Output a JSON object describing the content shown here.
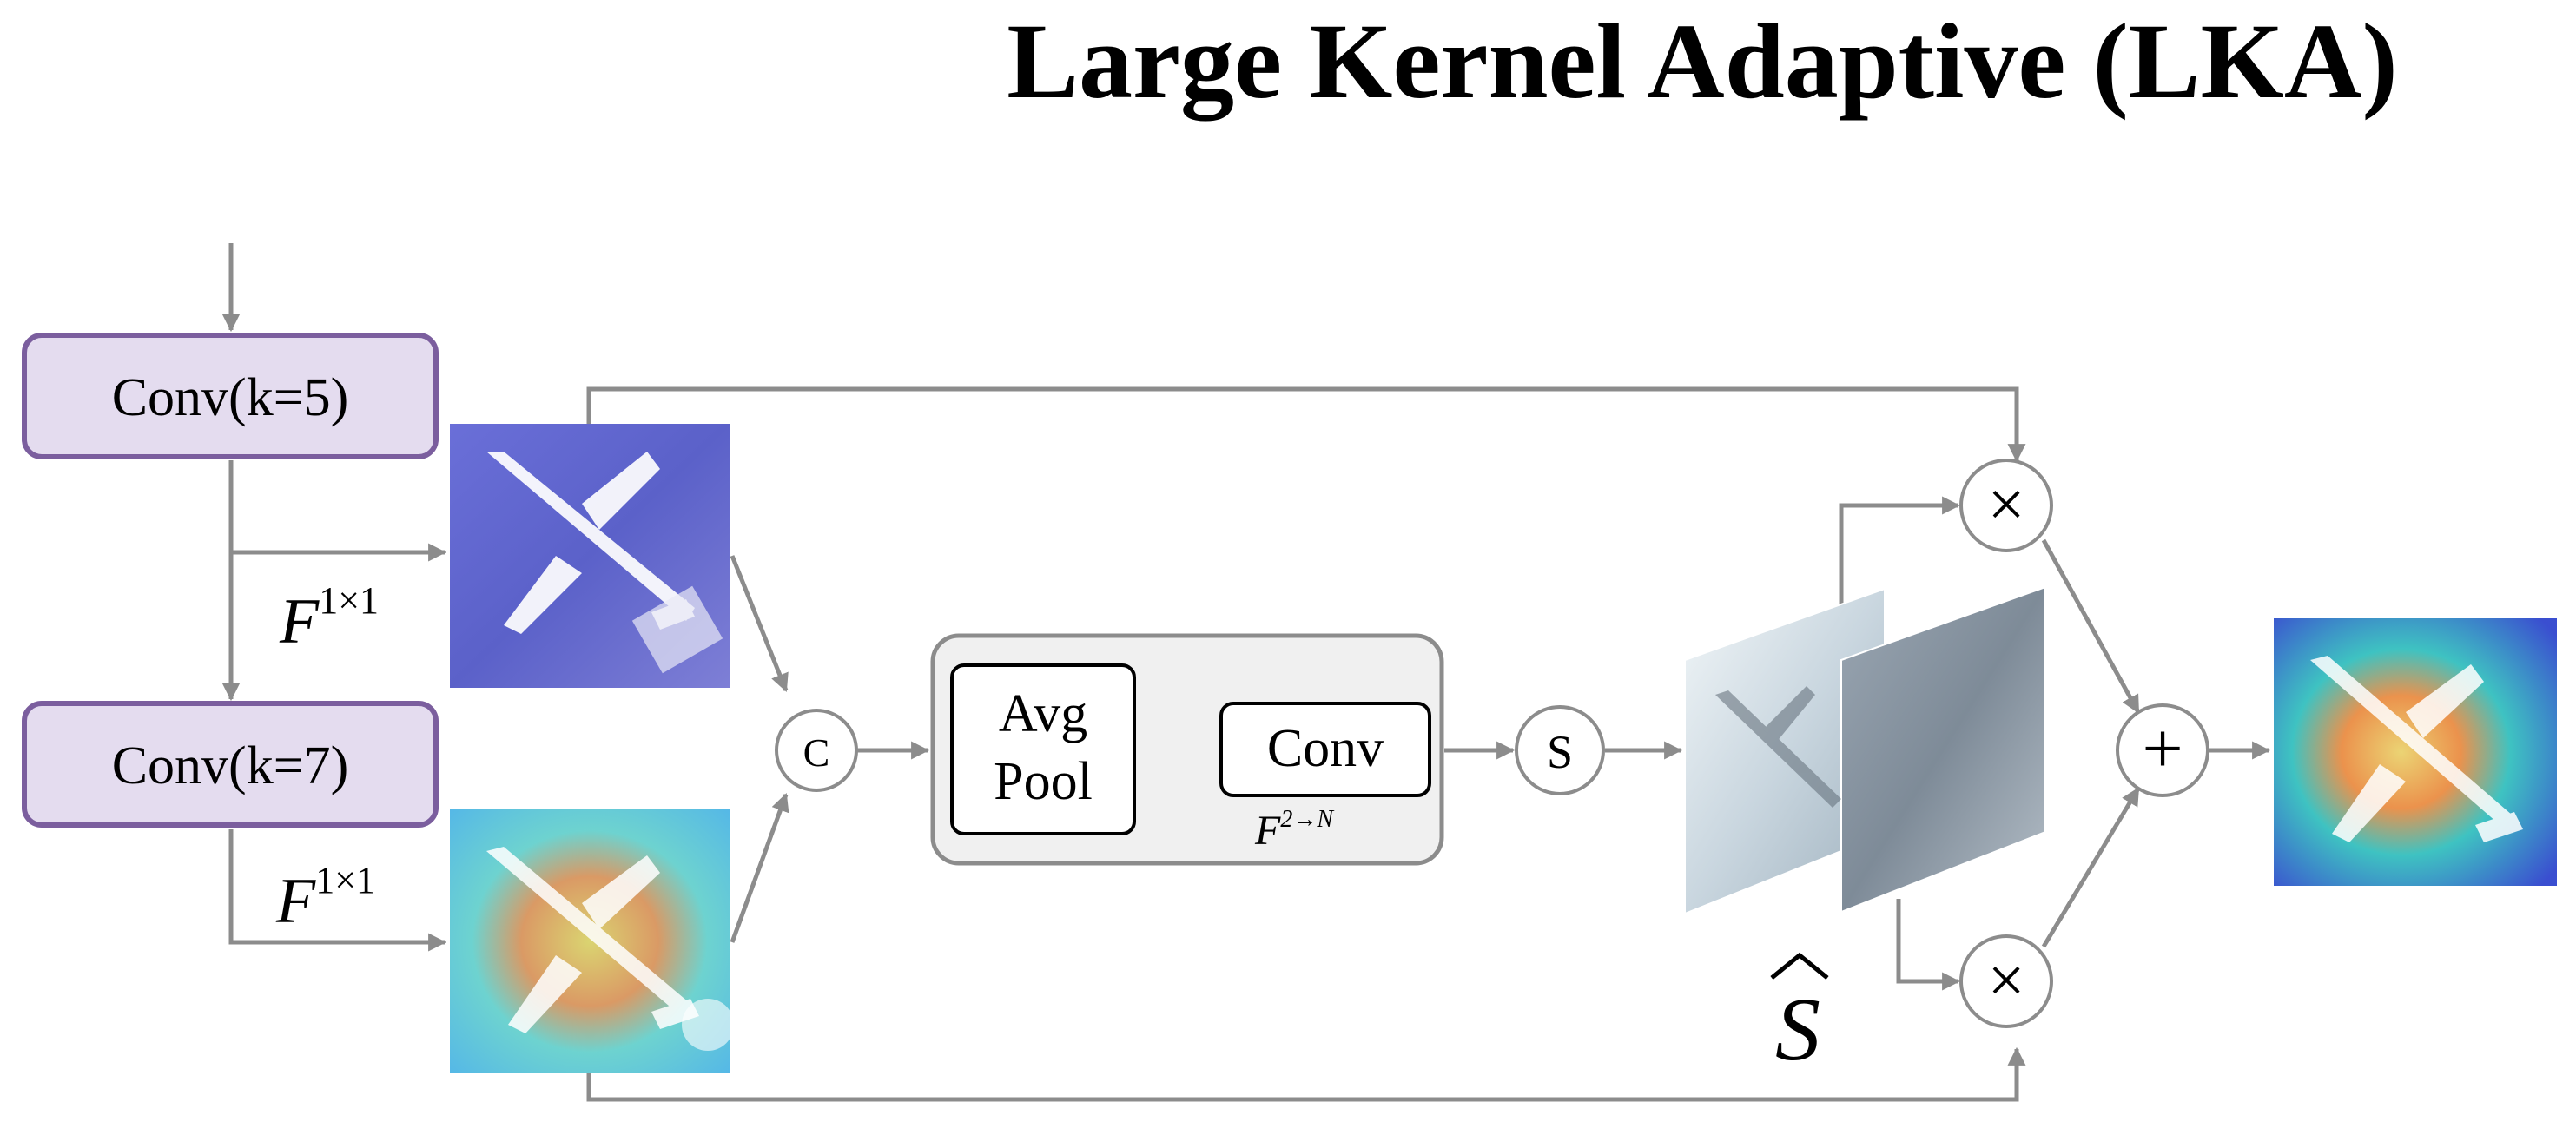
{
  "title": "Large Kernel Adaptive (LKA)",
  "conv_top": {
    "label": "Conv(k=5)"
  },
  "conv_bottom": {
    "label": "Conv(k=7)"
  },
  "label_f_top": {
    "base": "F",
    "sup": "1×1"
  },
  "label_f_bottom": {
    "base": "F",
    "sup": "1×1"
  },
  "concat_node": {
    "label": "C"
  },
  "avgpool": {
    "line1": "Avg",
    "line2": "Pool"
  },
  "conv_inner": {
    "label": "Conv"
  },
  "f_2n": {
    "base": "F",
    "sup": "2→N"
  },
  "sigmoid_node": {
    "label": "S"
  },
  "s_hat": {
    "label": "S"
  },
  "multiply_top": {
    "symbol": "×"
  },
  "multiply_bottom": {
    "symbol": "×"
  },
  "add_node": {
    "symbol": "+"
  },
  "colors": {
    "conv_fill": "#e4dcef",
    "conv_stroke": "#7b5e9e",
    "arrow": "#8c8c8c",
    "panel_fill": "#f0f0f0",
    "panel_stroke": "#8c8c8c"
  }
}
